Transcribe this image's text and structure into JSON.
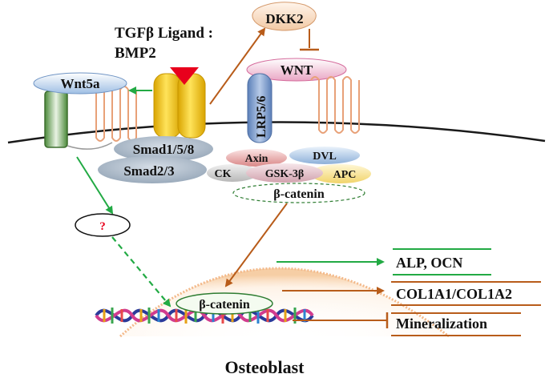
{
  "labels": {
    "ligand_line1": "TGFβ Ligand :",
    "ligand_line2": "BMP2",
    "dkk2": "DKK2",
    "wnt": "WNT",
    "wnt5a": "Wnt5a",
    "lrp": "LRP5/6",
    "smad158": "Smad1/5/8",
    "smad23": "Smad2/3",
    "axin": "Axin",
    "dvl": "DVL",
    "ck": "CK",
    "gsk": "GSK-3β",
    "apc": "APC",
    "bcat_cyto": "β-catenin",
    "question": "?",
    "bcat_nuc": "β-catenin",
    "alp": "ALP, OCN",
    "col": "COL1A1/COL1A2",
    "mineral": "Mineralization",
    "osteoblast": "Osteoblast"
  },
  "colors": {
    "green_arrow": "#22aa44",
    "brown_arrow": "#b85c1a",
    "receptor_gold": "#f2c400",
    "ligand_red": "#e8001c",
    "question_red": "#e8001c"
  },
  "icons": {
    "dna": "dna-helix-icon",
    "ligand": "triangle-ligand-icon"
  }
}
